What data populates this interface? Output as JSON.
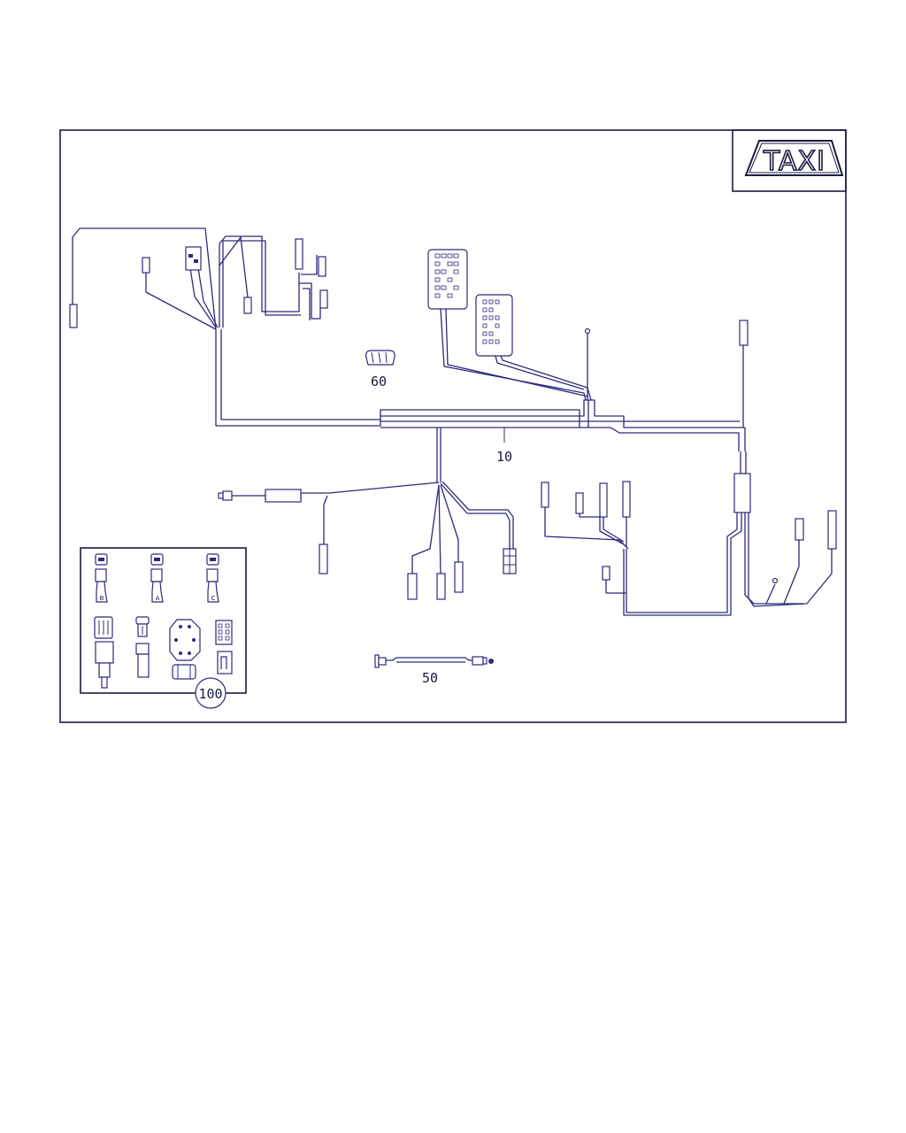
{
  "badge": {
    "text": "TAXI"
  },
  "callouts": {
    "harness_main": "10",
    "cable": "50",
    "part": "60",
    "kit": "100"
  },
  "kit_letters": [
    "B",
    "A",
    "C"
  ],
  "colors": {
    "line": "#2b2b7a",
    "frame": "#1a1a40",
    "background": "#ffffff"
  }
}
